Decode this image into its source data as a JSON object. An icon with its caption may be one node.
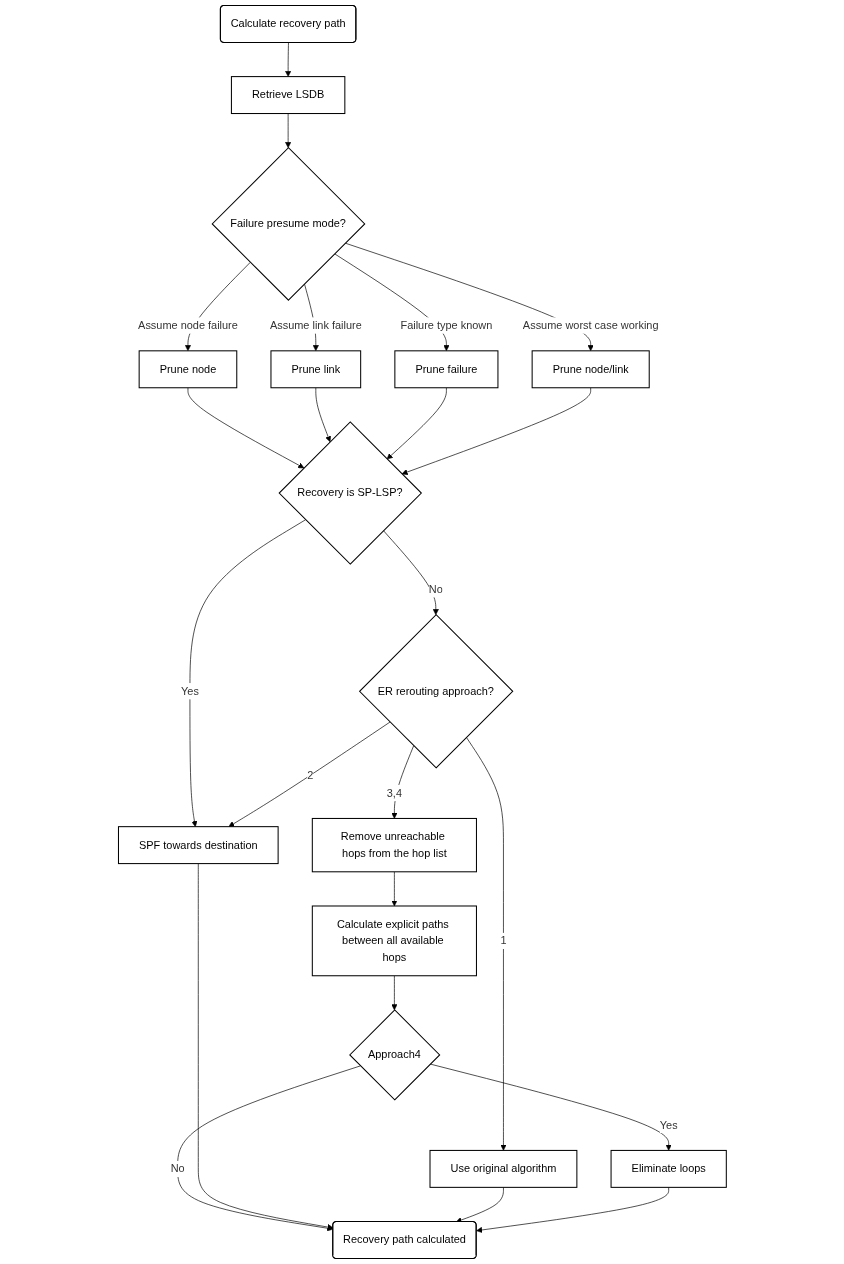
{
  "diagram": {
    "nodes": [
      {
        "text": [
          "Calculate recovery path"
        ]
      },
      {
        "text": [
          "Retrieve LSDB"
        ]
      },
      {
        "text": [
          "Failure presume mode?"
        ]
      },
      {
        "text": [
          "Prune node"
        ]
      },
      {
        "text": [
          "Prune link"
        ]
      },
      {
        "text": [
          "Prune failure"
        ]
      },
      {
        "text": [
          "Prune node/link"
        ]
      },
      {
        "text": [
          "Recovery is SP-LSP?"
        ]
      },
      {
        "text": [
          "ER rerouting approach?"
        ]
      },
      {
        "text": [
          "SPF towards destination"
        ]
      },
      {
        "text": [
          "Use original algorithm"
        ]
      },
      {
        "text": [
          "Remove unreachable hops from the hop list"
        ]
      },
      {
        "text": [
          "Calculate explicit paths between all available hops"
        ]
      },
      {
        "text": [
          "Approach4"
        ]
      },
      {
        "text": [
          "Eliminate loops"
        ]
      },
      {
        "text": [
          "Recovery path calculated"
        ]
      }
    ],
    "edges": [
      {
        "from": 0,
        "to": 1,
        "arrow": "to"
      },
      {
        "from": 1,
        "to": 2,
        "arrow": "to"
      },
      {
        "from": 2,
        "to": 3,
        "arrow": "to",
        "label": "Assume node failure"
      },
      {
        "from": 2,
        "to": 4,
        "arrow": "to",
        "label": "Assume link failure"
      },
      {
        "from": 2,
        "to": 5,
        "arrow": "to",
        "label": "Failure type known"
      },
      {
        "from": 2,
        "to": 6,
        "arrow": "to",
        "label": "Assume worst case working"
      },
      {
        "from": 3,
        "to": 7,
        "arrow": "to"
      },
      {
        "from": 4,
        "to": 7,
        "arrow": "to"
      },
      {
        "from": 5,
        "to": 7,
        "arrow": "to"
      },
      {
        "from": 6,
        "to": 7,
        "arrow": "to"
      },
      {
        "from": 7,
        "to": 8,
        "arrow": "to",
        "label": "No"
      },
      {
        "from": 7,
        "to": 9,
        "arrow": "to",
        "label": "Yes"
      },
      {
        "from": 8,
        "to": 9,
        "arrow": "to",
        "label": "2"
      },
      {
        "from": 8,
        "to": 10,
        "arrow": "to",
        "label": "1"
      },
      {
        "from": 8,
        "to": 11,
        "arrow": "to",
        "label": "3,4"
      },
      {
        "from": 11,
        "to": 12,
        "arrow": "to"
      },
      {
        "from": 12,
        "to": 13,
        "arrow": "to"
      },
      {
        "from": 13,
        "to": 14,
        "arrow": "to",
        "label": "Yes"
      },
      {
        "from": 13,
        "to": 15,
        "arrow": "to",
        "label": "No"
      },
      {
        "from": 9,
        "to": 15,
        "arrow": "to"
      },
      {
        "from": 10,
        "to": 15,
        "arrow": "to"
      },
      {
        "from": 14,
        "to": 15,
        "arrow": "to"
      }
    ]
  }
}
